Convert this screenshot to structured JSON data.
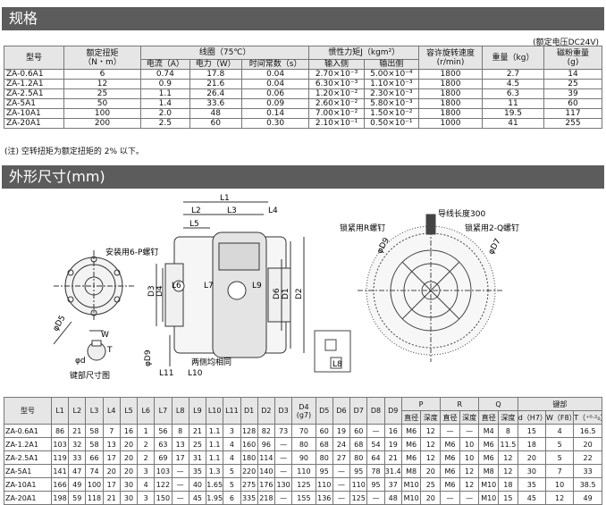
{
  "section1": {
    "title": "规格",
    "rated_voltage_note": "(额定电压DC24V)"
  },
  "spec_table": {
    "headers": {
      "model": "型号",
      "torque": "额定扭矩",
      "torque_unit": "（N・m）",
      "coil": "线圈（75℃）",
      "current": "电流（A）",
      "power": "电力（W）",
      "time_const": "时间常数（s）",
      "inertia": "惯性力矩J（kgm²）",
      "input_side": "输入侧",
      "output_side": "输出侧",
      "speed": "容许旋转速度",
      "speed_unit": "(r/min)",
      "weight": "重量（kg）",
      "magnetic": "磁粉重量",
      "magnetic_unit": "(g)"
    },
    "rows": [
      [
        "ZA-0.6A1",
        "6",
        "0.74",
        "17.8",
        "0.04",
        "2.70×10⁻³",
        "5.00×10⁻⁴",
        "1800",
        "2.7",
        "14"
      ],
      [
        "ZA-1.2A1",
        "12",
        "0.9",
        "21.6",
        "0.04",
        "6.30×10⁻³",
        "1.10×10⁻³",
        "1800",
        "4.5",
        "25"
      ],
      [
        "ZA-2.5A1",
        "25",
        "1.1",
        "26.4",
        "0.06",
        "1.20×10⁻²",
        "2.30×10⁻³",
        "1800",
        "6.3",
        "39"
      ],
      [
        "ZA-5A1",
        "50",
        "1.4",
        "33.6",
        "0.09",
        "2.60×10⁻²",
        "5.80×10⁻³",
        "1800",
        "11",
        "60"
      ],
      [
        "ZA-10A1",
        "100",
        "2.0",
        "48",
        "0.14",
        "7.00×10⁻²",
        "1.50×10⁻²",
        "1800",
        "19.5",
        "117"
      ],
      [
        "ZA-20A1",
        "200",
        "2.5",
        "60",
        "0.30",
        "2.10×10⁻¹",
        "0.50×10⁻¹",
        "1000",
        "41",
        "255"
      ]
    ],
    "footnote": "(注) 空转扭矩为额定扭矩的 2% 以下。"
  },
  "section2": {
    "title": "外形尺寸(mm)"
  },
  "drawing_labels": {
    "mount_screw": "安装用6-P螺钉",
    "lock_r": "锁紧用R螺钉",
    "lead_len": "导线长度300",
    "lock_q": "锁紧用2-Q螺钉",
    "key_dim": "键部尺寸图",
    "both_same": "两侧均相同",
    "L1": "L1",
    "L2": "L2",
    "L3": "L3",
    "L4": "L4",
    "L5": "L5",
    "L6": "L6",
    "L7": "L7",
    "L8": "L8",
    "L9": "L9",
    "L10": "L10",
    "L11": "L11",
    "D1": "D1",
    "D2": "D2",
    "D3": "D3",
    "D4": "D4",
    "D5": "φD5",
    "D6": "D6",
    "D7": "φD7",
    "D8": "L8",
    "D9": "φD9",
    "d": "φd",
    "W": "W",
    "T": "T"
  },
  "dim_table": {
    "h_model": "型号",
    "cols": [
      "L1",
      "L2",
      "L3",
      "L4",
      "L5",
      "L6",
      "L7",
      "L8",
      "L9",
      "L10",
      "L11",
      "D1",
      "D2",
      "D3"
    ],
    "h_d4": "D4",
    "h_d4_sub": "(g7)",
    "cols2": [
      "D5",
      "D6",
      "D7",
      "D8",
      "D9"
    ],
    "h_p": "P",
    "h_r": "R",
    "h_q": "Q",
    "h_key": "键部",
    "diam": "直径",
    "depth": "深度",
    "key_cols": [
      "d（H7）",
      "W（F8）",
      "T（⁺⁰·²₀）"
    ],
    "rows": [
      [
        "ZA-0.6A1",
        "86",
        "21",
        "58",
        "7",
        "16",
        "1",
        "56",
        "8",
        "21",
        "1.1",
        "3",
        "128",
        "82",
        "73",
        "70",
        "60",
        "19",
        "60",
        "—",
        "16",
        "M6",
        "12",
        "—",
        "—",
        "M4",
        "8",
        "15",
        "4",
        "16.5"
      ],
      [
        "ZA-1.2A1",
        "103",
        "32",
        "58",
        "13",
        "20",
        "2",
        "63",
        "13",
        "25",
        "1.1",
        "4",
        "160",
        "96",
        "—",
        "80",
        "68",
        "24",
        "68",
        "54",
        "19",
        "M6",
        "12",
        "M6",
        "10",
        "M6",
        "11.5",
        "18",
        "5",
        "20"
      ],
      [
        "ZA-2.5A1",
        "119",
        "33",
        "66",
        "17",
        "20",
        "2",
        "69",
        "17",
        "31",
        "1.1",
        "4",
        "180",
        "114",
        "—",
        "90",
        "80",
        "27",
        "80",
        "64",
        "21",
        "M6",
        "12",
        "M6",
        "10",
        "M6",
        "12",
        "20",
        "5",
        "22"
      ],
      [
        "ZA-5A1",
        "141",
        "47",
        "74",
        "20",
        "20",
        "3",
        "103",
        "—",
        "35",
        "1.3",
        "5",
        "220",
        "140",
        "—",
        "110",
        "95",
        "—",
        "95",
        "78",
        "31.4",
        "M8",
        "20",
        "M6",
        "12",
        "M8",
        "12",
        "30",
        "7",
        "33"
      ],
      [
        "ZA-10A1",
        "166",
        "49",
        "100",
        "17",
        "30",
        "4",
        "122",
        "—",
        "40",
        "1.65",
        "5",
        "275",
        "176",
        "130",
        "125",
        "110",
        "—",
        "110",
        "95",
        "37",
        "M10",
        "25",
        "M6",
        "12",
        "M10",
        "18",
        "35",
        "10",
        "38.5"
      ],
      [
        "ZA-20A1",
        "198",
        "59",
        "118",
        "21",
        "30",
        "3",
        "150",
        "—",
        "45",
        "1.95",
        "6",
        "335",
        "218",
        "—",
        "155",
        "136",
        "—",
        "125",
        "—",
        "48",
        "M10",
        "20",
        "—",
        "—",
        "M10",
        "15",
        "45",
        "12",
        "49"
      ]
    ]
  }
}
